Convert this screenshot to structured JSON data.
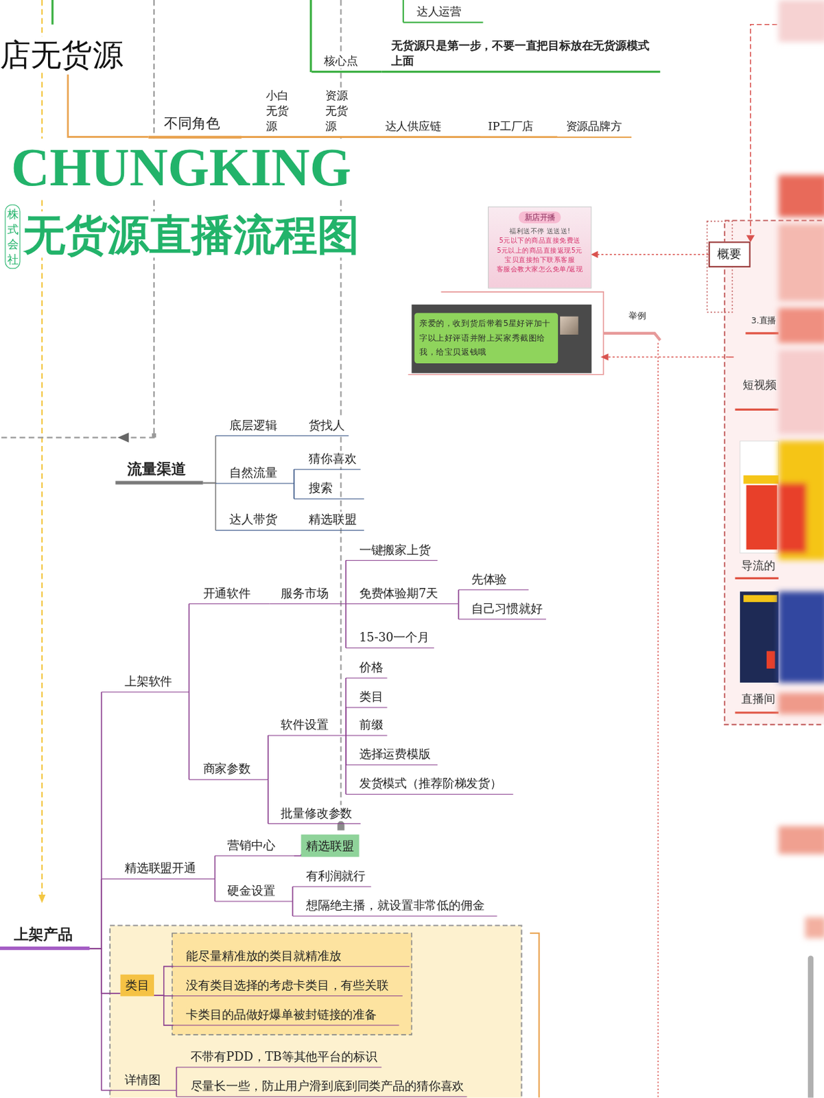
{
  "diagram": {
    "title": "无货源直播流程图",
    "nodes": [
      {
        "text": [
          "店无货源"
        ]
      },
      {
        "text": [
          "不同角色"
        ]
      },
      {
        "text": [
          "小白无货源"
        ]
      },
      {
        "text": [
          "资源无货源"
        ]
      },
      {
        "text": [
          "达人供应链"
        ]
      },
      {
        "text": [
          "IP工厂店"
        ]
      },
      {
        "text": [
          "资源品牌方"
        ]
      },
      {
        "text": [
          "核心点"
        ]
      },
      {
        "text": [
          "无货源只是第一步，不要一直把目标放在无货源模式上面"
        ]
      },
      {
        "text": [
          "达人运营"
        ]
      },
      {
        "text": [
          "流量渠道"
        ]
      },
      {
        "text": [
          "底层逻辑"
        ]
      },
      {
        "text": [
          "货找人"
        ]
      },
      {
        "text": [
          "自然流量"
        ]
      },
      {
        "text": [
          "猜你喜欢"
        ]
      },
      {
        "text": [
          "搜索"
        ]
      },
      {
        "text": [
          "达人带货"
        ]
      },
      {
        "text": [
          "精选联盟"
        ]
      },
      {
        "text": [
          "上架产品"
        ]
      },
      {
        "text": [
          "上架软件"
        ]
      },
      {
        "text": [
          "开通软件"
        ]
      },
      {
        "text": [
          "服务市场"
        ]
      },
      {
        "text": [
          "一键搬家上货"
        ]
      },
      {
        "text": [
          "免费体验期7天"
        ]
      },
      {
        "text": [
          "先体验"
        ]
      },
      {
        "text": [
          "自己习惯就好"
        ]
      },
      {
        "text": [
          "15-30一个月"
        ]
      },
      {
        "text": [
          "商家参数"
        ]
      },
      {
        "text": [
          "软件设置"
        ]
      },
      {
        "text": [
          "价格"
        ]
      },
      {
        "text": [
          "类目"
        ]
      },
      {
        "text": [
          "前缀"
        ]
      },
      {
        "text": [
          "选择运费模版"
        ]
      },
      {
        "text": [
          "发货模式（推荐阶梯发货）"
        ]
      },
      {
        "text": [
          "批量修改参数"
        ]
      },
      {
        "text": [
          "精选联盟开通"
        ]
      },
      {
        "text": [
          "营销中心"
        ]
      },
      {
        "text": [
          "精选联盟"
        ]
      },
      {
        "text": [
          "硬金设置"
        ]
      },
      {
        "text": [
          "有利润就行"
        ]
      },
      {
        "text": [
          "想隔绝主播，就设置非常低的佣金"
        ]
      },
      {
        "text": [
          "类目"
        ]
      },
      {
        "text": [
          "能尽量精准放的类目就精准放"
        ]
      },
      {
        "text": [
          "没有类目选择的考虑卡类目，有些关联"
        ]
      },
      {
        "text": [
          "卡类目的品做好爆单被封链接的准备"
        ]
      },
      {
        "text": [
          "详情图"
        ]
      },
      {
        "text": [
          "不带有PDD，TB等其他平台的标识"
        ]
      },
      {
        "text": [
          "尽量长一些，防止用户滑到底到同类产品的猜你喜欢"
        ]
      },
      {
        "text": [
          "新店开播",
          "福利送不停 送送送!",
          "5元以下的商品直接免费送",
          "5元以上的商品直接返现5元",
          "宝贝直接拍下联系客服",
          "客服会教大家怎么免单/返现"
        ]
      },
      {
        "text": [
          "亲爱的，收到货后带着5星好评加十字以上好评语并附上买家秀截图给我，给宝贝返钱哦"
        ]
      },
      {
        "text": [
          "概要"
        ]
      }
    ],
    "edges": [
      {
        "from": 0,
        "to": 1,
        "arrow": "none"
      },
      {
        "from": 1,
        "to": 2,
        "arrow": "none"
      },
      {
        "from": 1,
        "to": 3,
        "arrow": "none"
      },
      {
        "from": 1,
        "to": 4,
        "arrow": "none"
      },
      {
        "from": 1,
        "to": 5,
        "arrow": "none"
      },
      {
        "from": 1,
        "to": 6,
        "arrow": "none"
      },
      {
        "from": 7,
        "to": 8,
        "arrow": "none"
      },
      {
        "from": 10,
        "to": 11,
        "arrow": "none"
      },
      {
        "from": 10,
        "to": 13,
        "arrow": "none"
      },
      {
        "from": 10,
        "to": 16,
        "arrow": "none"
      },
      {
        "from": 11,
        "to": 12,
        "arrow": "none"
      },
      {
        "from": 13,
        "to": 14,
        "arrow": "none"
      },
      {
        "from": 13,
        "to": 15,
        "arrow": "none"
      },
      {
        "from": 16,
        "to": 17,
        "arrow": "none"
      },
      {
        "from": 18,
        "to": 19,
        "arrow": "none"
      },
      {
        "from": 18,
        "to": 35,
        "arrow": "none"
      },
      {
        "from": 18,
        "to": 41,
        "arrow": "none"
      },
      {
        "from": 18,
        "to": 45,
        "arrow": "none"
      },
      {
        "from": 19,
        "to": 20,
        "arrow": "none"
      },
      {
        "from": 19,
        "to": 27,
        "arrow": "none"
      },
      {
        "from": 20,
        "to": 21,
        "arrow": "none"
      },
      {
        "from": 21,
        "to": 22,
        "arrow": "none"
      },
      {
        "from": 21,
        "to": 23,
        "arrow": "none"
      },
      {
        "from": 21,
        "to": 26,
        "arrow": "none"
      },
      {
        "from": 23,
        "to": 24,
        "arrow": "none"
      },
      {
        "from": 23,
        "to": 25,
        "arrow": "none"
      },
      {
        "from": 27,
        "to": 28,
        "arrow": "none"
      },
      {
        "from": 27,
        "to": 34,
        "arrow": "none"
      },
      {
        "from": 28,
        "to": 29,
        "arrow": "none"
      },
      {
        "from": 28,
        "to": 30,
        "arrow": "none"
      },
      {
        "from": 28,
        "to": 31,
        "arrow": "none"
      },
      {
        "from": 28,
        "to": 32,
        "arrow": "none"
      },
      {
        "from": 28,
        "to": 33,
        "arrow": "none"
      },
      {
        "from": 35,
        "to": 36,
        "arrow": "none"
      },
      {
        "from": 35,
        "to": 38,
        "arrow": "none"
      },
      {
        "from": 36,
        "to": 37,
        "arrow": "none"
      },
      {
        "from": 38,
        "to": 39,
        "arrow": "none"
      },
      {
        "from": 38,
        "to": 40,
        "arrow": "none"
      },
      {
        "from": 41,
        "to": 42,
        "arrow": "none"
      },
      {
        "from": 41,
        "to": 43,
        "arrow": "none"
      },
      {
        "from": 41,
        "to": 44,
        "arrow": "none"
      },
      {
        "from": 45,
        "to": 46,
        "arrow": "none"
      },
      {
        "from": 45,
        "to": 47,
        "arrow": "none"
      },
      {
        "from": 50,
        "to": 48,
        "arrow": "to"
      }
    ],
    "labels": [
      "CHUNGKING",
      "株式会社",
      "举例",
      "3.直播",
      "短视频",
      "导流的",
      "直播间"
    ]
  }
}
